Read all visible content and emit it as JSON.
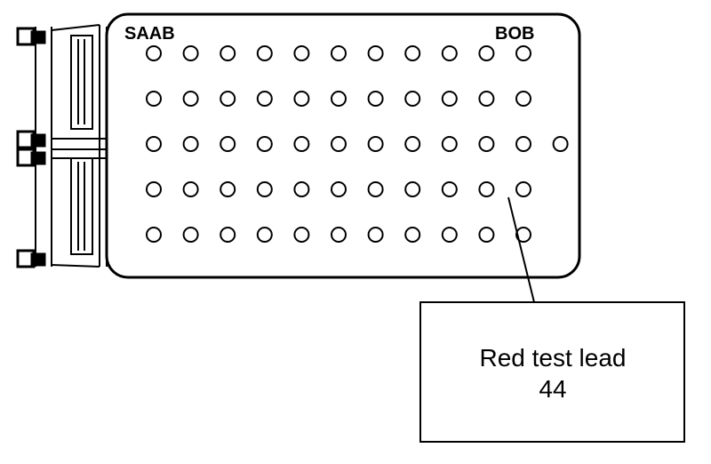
{
  "box": {
    "brand_left": "SAAB",
    "brand_right": "BOB"
  },
  "pin_grid": {
    "rows": 5,
    "columns": 11,
    "extra_pin_row": 3
  },
  "callout": {
    "line1": "Red test lead",
    "line2": "44"
  },
  "colors": {
    "stroke": "#000000",
    "background": "#ffffff"
  }
}
